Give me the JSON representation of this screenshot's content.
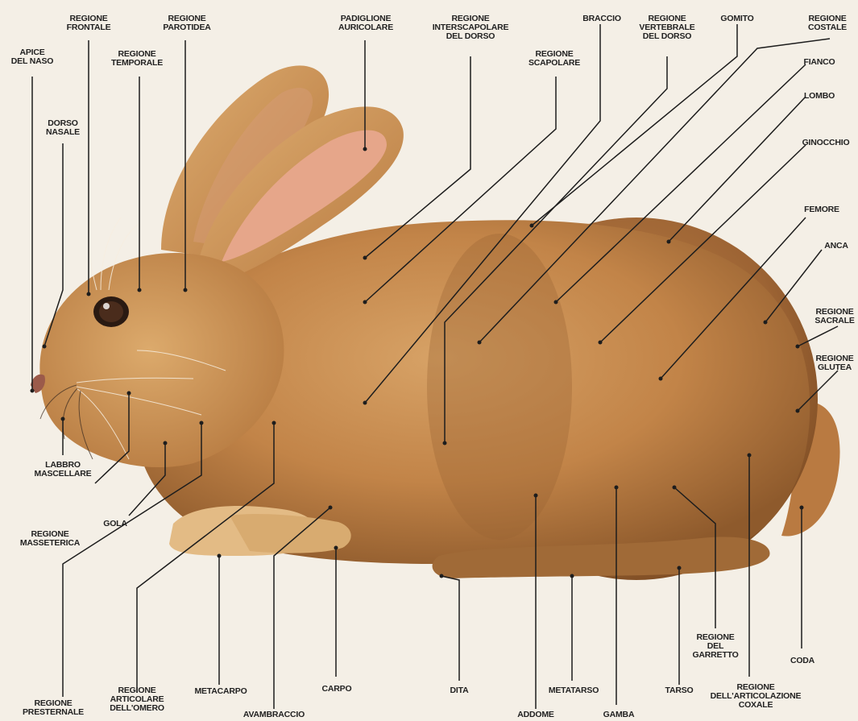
{
  "labels": {
    "apice_del_naso": [
      "APICE",
      "DEL NASO"
    ],
    "regione_frontale": [
      "REGIONE",
      "FRONTALE"
    ],
    "regione_parotidea": [
      "REGIONE",
      "PAROTIDEA"
    ],
    "regione_temporale": [
      "REGIONE",
      "TEMPORALE"
    ],
    "dorso_nasale": [
      "DORSO",
      "NASALE"
    ],
    "padiglione_auricolare": [
      "PADIGLIONE",
      "AURICOLARE"
    ],
    "regione_interscapolare": [
      "REGIONE",
      "INTERSCAPOLARE",
      "DEL DORSO"
    ],
    "regione_scapolare": [
      "REGIONE",
      "SCAPOLARE"
    ],
    "braccio": [
      "BRACCIO"
    ],
    "regione_vertebrale": [
      "REGIONE",
      "VERTEBRALE",
      "DEL DORSO"
    ],
    "gomito": [
      "GOMITO"
    ],
    "regione_costale": [
      "REGIONE",
      "COSTALE"
    ],
    "fianco": [
      "FIANCO"
    ],
    "lombo": [
      "LOMBO"
    ],
    "ginocchio": [
      "GINOCCHIO"
    ],
    "femore": [
      "FEMORE"
    ],
    "anca": [
      "ANCA"
    ],
    "regione_sacrale": [
      "REGIONE",
      "SACRALE"
    ],
    "regione_glutea": [
      "REGIONE",
      "GLUTEA"
    ],
    "labbro_mascellare": [
      "LABBRO",
      "MASCELLARE"
    ],
    "gola": [
      "GOLA"
    ],
    "regione_masseterica": [
      "REGIONE",
      "MASSETERICA"
    ],
    "regione_presternale": [
      "REGIONE",
      "PRESTERNALE"
    ],
    "regione_articolare_omero": [
      "REGIONE",
      "ARTICOLARE",
      "DELL'OMERO"
    ],
    "metacarpo": [
      "METACARPO"
    ],
    "avambraccio": [
      "AVAMBRACCIO"
    ],
    "carpo": [
      "CARPO"
    ],
    "dita": [
      "DITA"
    ],
    "addome": [
      "ADDOME"
    ],
    "metatarso": [
      "METATARSO"
    ],
    "gamba": [
      "GAMBA"
    ],
    "tarso": [
      "TARSO"
    ],
    "regione_garretto": [
      "REGIONE",
      "DEL",
      "GARRETTO"
    ],
    "regione_articolazione_coxale": [
      "REGIONE",
      "DELL'ARTICOLAZIONE",
      "COXALE"
    ],
    "coda": [
      "CODA"
    ]
  },
  "colors": {
    "background": "#f4efe6",
    "fur_light": "#d9a263",
    "fur_mid": "#c08045",
    "fur_dark": "#8a5428",
    "ear_inner": "#e7a98d",
    "line": "#1d1d1d",
    "label": "#222222"
  }
}
